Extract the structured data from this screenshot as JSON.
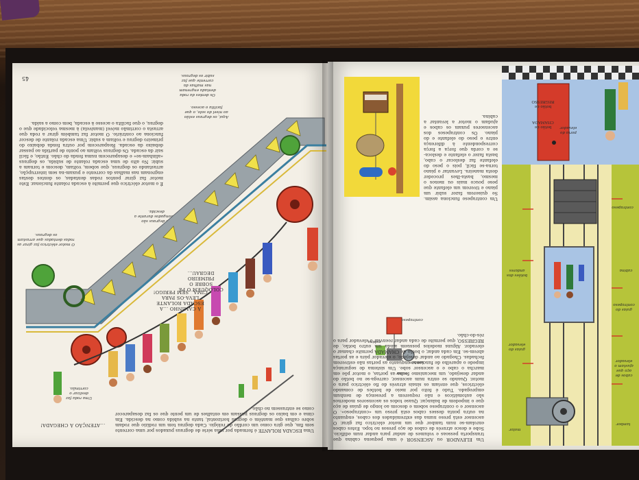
{
  "left_page": {
    "page_number": "45",
    "section_title": "...ATENÇÃO À CHEGADA!",
    "intro_text": "Uma ESCADA ROLANTE é formada por uma série de degraus puxados por uma corrente sem fim, que gira como um cordão de relógio. Cada degrau tem um rodízio que rodam sobre calhas que mantêm o degrau horizontal, tanto na subida como na descida. Em cima e em baixo os degraus passam em entalhes de um pente que os faz desaparecer como se entrassem no chão.",
    "heading_first_step": "COLOQUEM O PÉ SOBRE O PRIMEIRO DEGRAU...",
    "heading_path": "À CAMINHO ...A ESCADA ROLANTE LEVA-OS PARA CIMA...SEM PERIGO!",
    "caption_roda": "Uma roda faz deslizar o corrimão.",
    "caption_motor": "O motor eléctrico faz girar as rodas dentadas que arrastam os degraus.",
    "caption_degraus": "Os degraus são prolongados durante a descida.",
    "caption_nivel": "Aqui, os degraus estão ao nível do solo, o que facilita o acesso.",
    "caption_rodas_dentadas": "Os dentes da roda dentada engrenam nas malhas da corrente que faz subir os degraus.",
    "body_text": "É o motor eléctrico que permite à escada rolante funcionar. Este motor faz girar pontos rodas dentadas, os dentes destas engrenam nas malhas da corrente e puxam-na sem interrupção, arrastando os degraus, que sobem, voltam, descem e tornam a subir. No alto de uma escada rolante de subida, os degraus «alinham-se» e desaparecem numa fenda do chão. Então, e fácil sair da escada. Os degraus voltam ao ponto de partida ao passar debaixo da escada. Reaparecem por outra fenda debaixo do primeiro degrau e voltam a subir. Uma escada rolante de descer funciona ao contrário. O motor faz também girar a roda que arrasta o corrimão móvel (manivela) à mesma velocidade que o degrau, o que facilita o acesso à escada, bem como a saída."
  },
  "right_page": {
    "elevator_title": "Um ELEVADOR ou ASCENSOR é uma pequena cabina que transporta pessoas e volumes de andar para andar num edifício.",
    "elevator_text": "Um ELEVADOR ou ASCENSOR é uma pequena cabina que transporta pessoas e volumes de andar para andar num edifício. Sobe e desce através de cabos de aço presos no topo. Estes cabos enrolam-se num tambor que um motor eléctrico faz girar. O ascensor está preso numa das extremidades dos cabos, enquanto na outra ponta desses cabos está preso um «contrapeso». O ascensor e o contrapeso sobem e descem ao longo de guias de aço que o impedem de balançar. Quase todos os ascensores modernos são automáticos e não requerem a presença de nenhum empregado. Tudo é feito por meio de botões de comando eléctricos, que enviam os sinais através do fio eléctrico para o motor. Quando se entra num ascensor, carrega-se no botão do andar desejado, um mecanismo fecha as portas, o motor põe em marcha o cabo e o ascensor sobe. Um sistema de segurança impede o aparelho de funcionar enquanto as portas não estiverem fechadas. Chegado ao andar desejado, o elevador pára e as portas abrem-se. Em cada andar, o botão de CHAMADA permite chamar o elevador. Alguns modelos possuem ainda um outro botão, de REGRESSO, que permite de cada andar reenviar o elevador para o rés-do-chão.",
    "contrapeso_text": "Um contrapeso funciona assim. Se quiserem fazer subir um piano e tiverem um elefante que pese pouco mais ou menos o mesmo, basta-lhes proceder desta maneira. Levantar o piano torna-se fácil, pois o peso do elefante faz deslocar o cabo, basta fazer o elefante e desloca-se a corda que força a força correspondente à diferença entre o peso do elefante e do piano. Os contrapesos dos ascensores puxam os cabos e ajudam o motor a levantar a cabina.",
    "caption_botao_chamada": "botão de CHAMADA",
    "caption_botao_regresso": "botão de REGRESSO",
    "caption_porta": "porta do elevador",
    "caption_contrapeso": "contrapeso",
    "caption_cabina": "cabina",
    "caption_botoes_andares": "botões dos andares",
    "caption_guias_contrapeso": "guias do contrapeso",
    "caption_guias_elevador": "guias do elevador",
    "caption_cabos": "cabos de aço que ajustam o elevador",
    "caption_tambor": "tambor",
    "caption_motor": "motor",
    "caption_cabina_small": "cabina",
    "caption_contrapeso_small": "contrapeso",
    "caption_tambor_small": "tambor",
    "caption_motor_small": "motor"
  },
  "colors": {
    "page": "#f3efe6",
    "escalator_yellow": "#f0e04a",
    "escalator_gray": "#9aa3a8",
    "gear_red": "#d9452e",
    "shaft_green": "#b6c43a",
    "elevator_blue": "#a9c4e4",
    "door_red": "#d43b2a"
  }
}
